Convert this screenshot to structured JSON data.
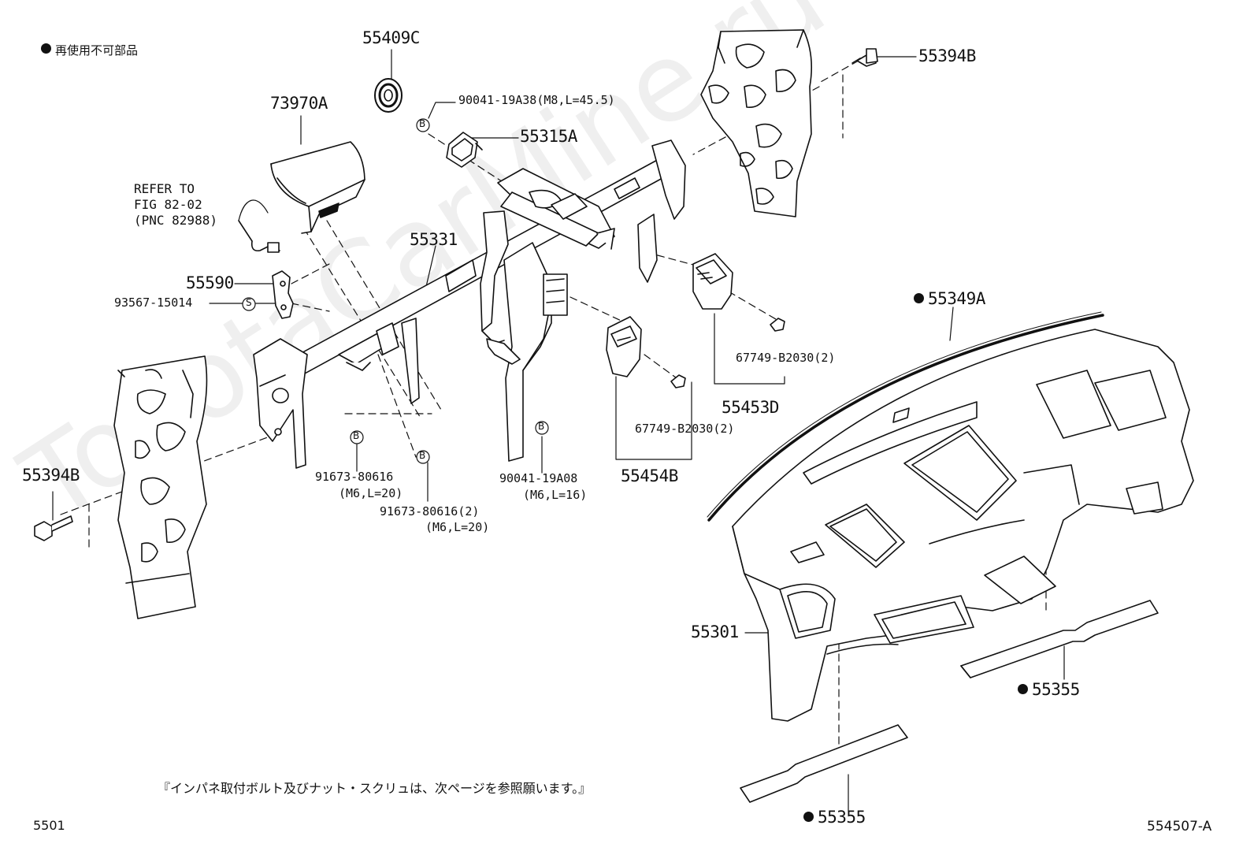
{
  "watermark": "ToyotaCarMine.ru",
  "legend": {
    "text": "再使用不可部品"
  },
  "notice": "『インパネ取付ボルト及びナット・スクリュは、次ページを参照願います。』",
  "page_code": "5501",
  "figure_code": "554507-A",
  "reference": {
    "line1": "REFER TO",
    "line2": "FIG 82-02",
    "line3": "(PNC 82988)"
  },
  "callouts": {
    "p55409C": "55409C",
    "p73970A": "73970A",
    "p90041_19A38": "90041-19A38(M8,L=45.5)",
    "p55315A": "55315A",
    "p55394B_top": "55394B",
    "p55331": "55331",
    "p55590": "55590",
    "p93567": "93567-15014",
    "p55349A": "55349A",
    "p67749_a": "67749-B2030(2)",
    "p55453D": "55453D",
    "p67749_b": "67749-B2030(2)",
    "p55454B": "55454B",
    "p90041_19A08": "90041-19A08",
    "p90041_19A08_spec": "(M6,L=16)",
    "p91673_a": "91673-80616",
    "p91673_a_spec": "(M6,L=20)",
    "p91673_b": "91673-80616(2)",
    "p91673_b_spec": "(M6,L=20)",
    "p55394B_left": "55394B",
    "p55301": "55301",
    "p55355_right": "55355",
    "p55355_bottom": "55355"
  },
  "bolt_codes": {
    "b": "B",
    "s": "S"
  }
}
